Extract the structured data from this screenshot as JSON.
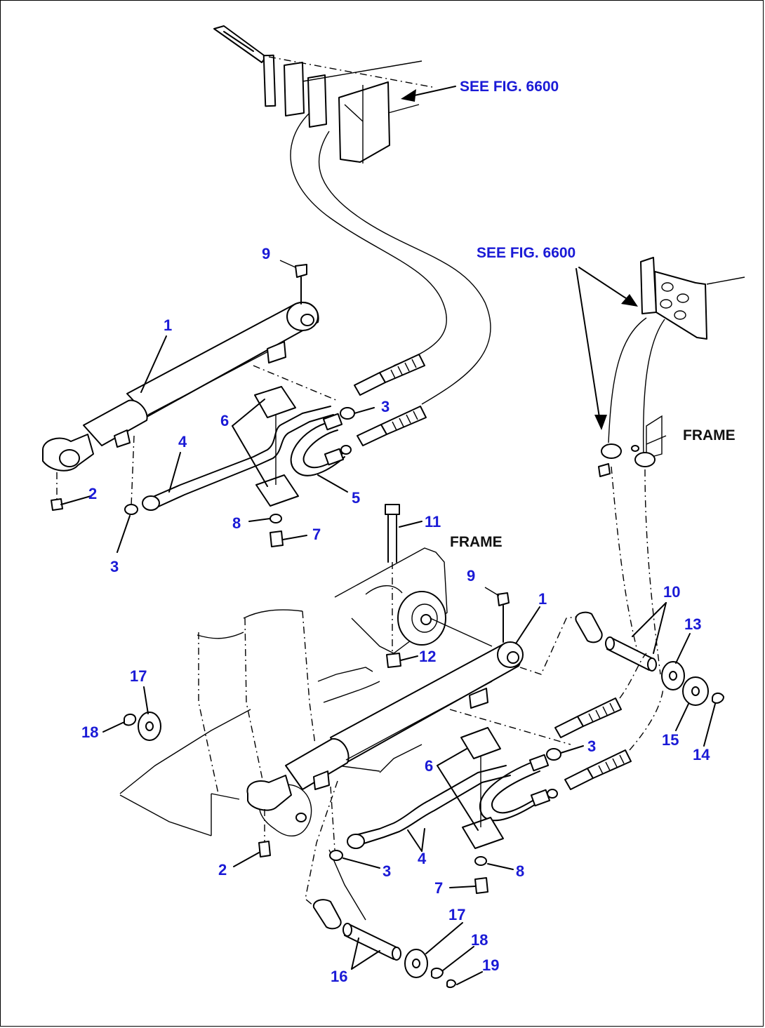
{
  "references": [
    {
      "id": "ref-top",
      "text": "SEE FIG. 6600"
    },
    {
      "id": "ref-right",
      "text": "SEE FIG. 6600"
    }
  ],
  "frame_labels": [
    {
      "id": "frame-right",
      "text": "FRAME"
    },
    {
      "id": "frame-center",
      "text": "FRAME"
    }
  ],
  "callouts": [
    {
      "id": "c9a",
      "text": "9"
    },
    {
      "id": "c1a",
      "text": "1"
    },
    {
      "id": "c6a",
      "text": "6"
    },
    {
      "id": "c4a",
      "text": "4"
    },
    {
      "id": "c3a",
      "text": "3"
    },
    {
      "id": "c2a",
      "text": "2"
    },
    {
      "id": "c3b",
      "text": "3"
    },
    {
      "id": "c5a",
      "text": "5"
    },
    {
      "id": "c8a",
      "text": "8"
    },
    {
      "id": "c7a",
      "text": "7"
    },
    {
      "id": "c11",
      "text": "11"
    },
    {
      "id": "c9b",
      "text": "9"
    },
    {
      "id": "c1b",
      "text": "1"
    },
    {
      "id": "c12",
      "text": "12"
    },
    {
      "id": "c10",
      "text": "10"
    },
    {
      "id": "c13",
      "text": "13"
    },
    {
      "id": "c17a",
      "text": "17"
    },
    {
      "id": "c18a",
      "text": "18"
    },
    {
      "id": "c3c",
      "text": "3"
    },
    {
      "id": "c6b",
      "text": "6"
    },
    {
      "id": "c15",
      "text": "15"
    },
    {
      "id": "c14",
      "text": "14"
    },
    {
      "id": "c2b",
      "text": "2"
    },
    {
      "id": "c3d",
      "text": "3"
    },
    {
      "id": "c4b",
      "text": "4"
    },
    {
      "id": "c8b",
      "text": "8"
    },
    {
      "id": "c7b",
      "text": "7"
    },
    {
      "id": "c17b",
      "text": "17"
    },
    {
      "id": "c18b",
      "text": "18"
    },
    {
      "id": "c16",
      "text": "16"
    },
    {
      "id": "c19",
      "text": "19"
    }
  ]
}
